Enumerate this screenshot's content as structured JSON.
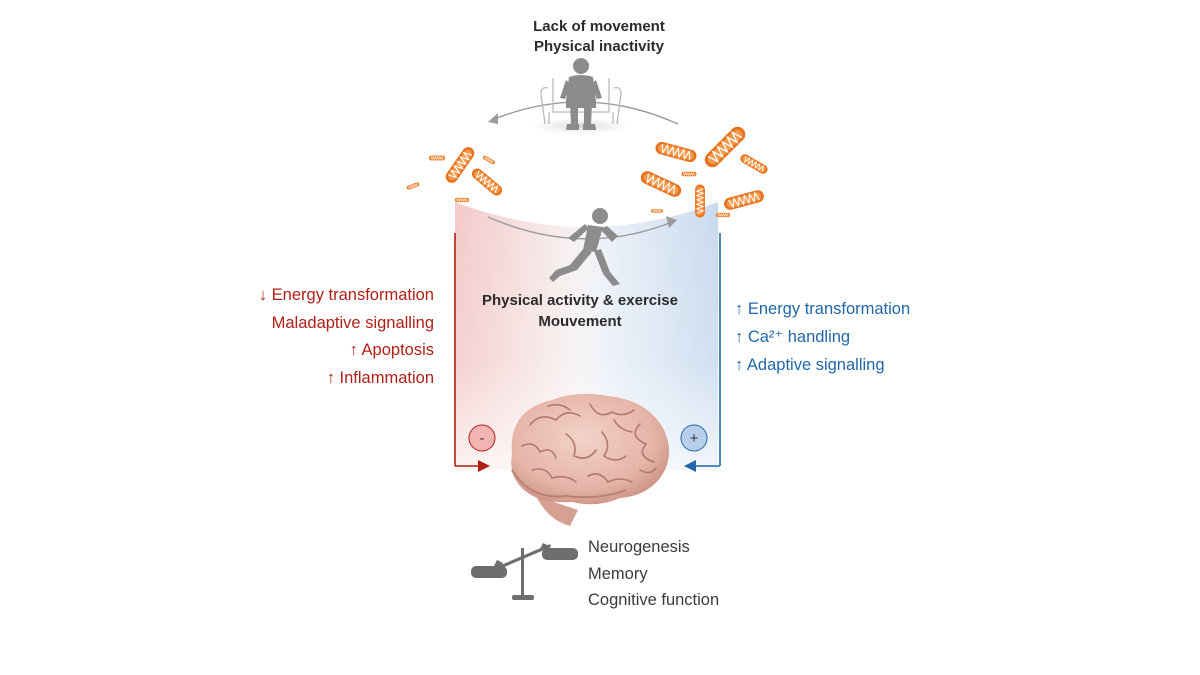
{
  "top_label": {
    "line1": "Lack of movement",
    "line2": "Physical inactivity"
  },
  "middle_label": {
    "line1": "Physical activity & exercise",
    "line2": "Mouvement"
  },
  "negative_effects": [
    "↓ Energy transformation",
    "Maladaptive signalling",
    "↑ Apoptosis",
    "↑ Inflammation"
  ],
  "positive_effects": [
    "↑ Energy transformation",
    "↑ Ca²⁺ handling",
    "↑ Adaptive signalling"
  ],
  "outcomes": [
    "Neurogenesis",
    "Memory",
    "Cognitive function"
  ],
  "badges": {
    "negative": "-",
    "positive": "+"
  },
  "icons": {
    "sitting_person": "sitting-person-icon",
    "running_person": "running-person-icon",
    "mitochondria": "mitochondrion-icon",
    "brain": "brain-icon",
    "scale": "balance-scale-icon"
  },
  "colors": {
    "negative": "#b01f16",
    "positive": "#2167a8",
    "mitochondria": "#e8731e",
    "silhouette": "#8c8c8c",
    "brain": "#e7b9ad"
  }
}
